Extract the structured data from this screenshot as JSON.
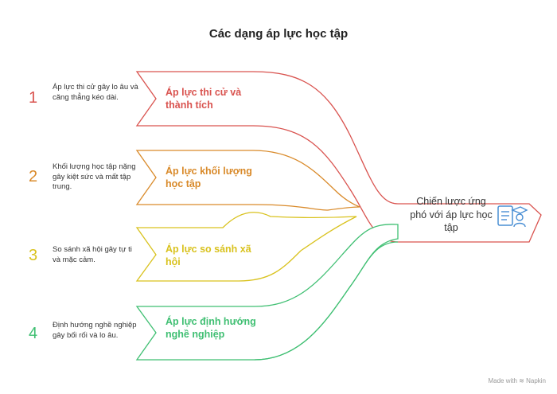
{
  "title": "Các dạng áp lực học tập",
  "items": [
    {
      "number": "1",
      "description": "Áp lực thi cử gây lo âu và căng thẳng kéo dài.",
      "label": "Áp lực thi cử và thành tích",
      "color": "#d9534f"
    },
    {
      "number": "2",
      "description": "Khối lượng học tập nặng gây kiệt sức và mất tập trung.",
      "label": "Áp lực khối lượng học tập",
      "color": "#d98a2a"
    },
    {
      "number": "3",
      "description": "So sánh xã hội gây tự ti và mặc cảm.",
      "label": "Áp lực so sánh xã hội",
      "color": "#d9c21e"
    },
    {
      "number": "4",
      "description": "Định hướng nghề nghiệp gây bối rối và lo âu.",
      "label": "Áp lực định hướng nghề nghiệp",
      "color": "#3fbf72"
    }
  ],
  "goal": {
    "label": "Chiến lược ứng phó với áp lực học tập",
    "icon": "document-graduate-icon",
    "color": "#4a8fd4"
  },
  "footer": "Made with ≋ Napkin"
}
